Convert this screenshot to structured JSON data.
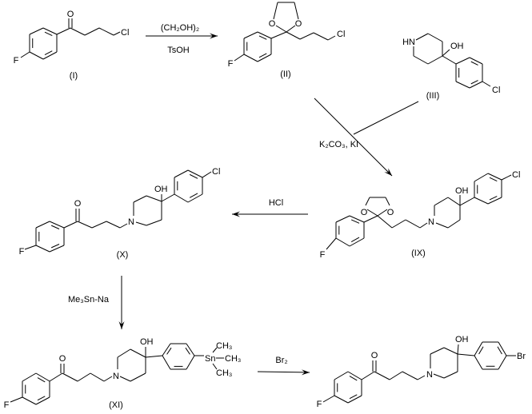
{
  "title": "Synthesis scheme of haloperidol analogues",
  "colors": {
    "ink": "#000000",
    "background": "#ffffff"
  },
  "compounds": {
    "I": {
      "label": "(I)",
      "atoms": {
        "O": "O",
        "Cl": "Cl",
        "F": "F"
      }
    },
    "II": {
      "label": "(II)",
      "atoms": {
        "O1": "O",
        "O2": "O",
        "Cl": "Cl",
        "F": "F"
      }
    },
    "III": {
      "label": "(III)",
      "atoms": {
        "NH": "HN",
        "OH": "OH",
        "Cl": "Cl"
      }
    },
    "IX": {
      "label": "(IX)",
      "atoms": {
        "O1": "O",
        "O2": "O",
        "N": "N",
        "OH": "OH",
        "Cl": "Cl",
        "F": "F"
      }
    },
    "X": {
      "label": "(X)",
      "atoms": {
        "O": "O",
        "N": "N",
        "OH": "OH",
        "Cl": "Cl",
        "F": "F"
      }
    },
    "XI": {
      "label": "(XI)",
      "atoms": {
        "O": "O",
        "N": "N",
        "OH": "OH",
        "Sn": "Sn",
        "CH3a": "CH₃",
        "CH3b": "CH₃",
        "CH3c": "CH₃",
        "F": "F"
      }
    },
    "product": {
      "atoms": {
        "O": "O",
        "N": "N",
        "OH": "OH",
        "Br": "Br",
        "F": "F"
      }
    }
  },
  "reagents": {
    "step1_top": "(CH₂OH)₂",
    "step1_bottom": "TsOH",
    "step2": "K₂CO₃, KI",
    "step3": "HCl",
    "step4": "Me₃Sn-Na",
    "step5": "Br₂"
  }
}
